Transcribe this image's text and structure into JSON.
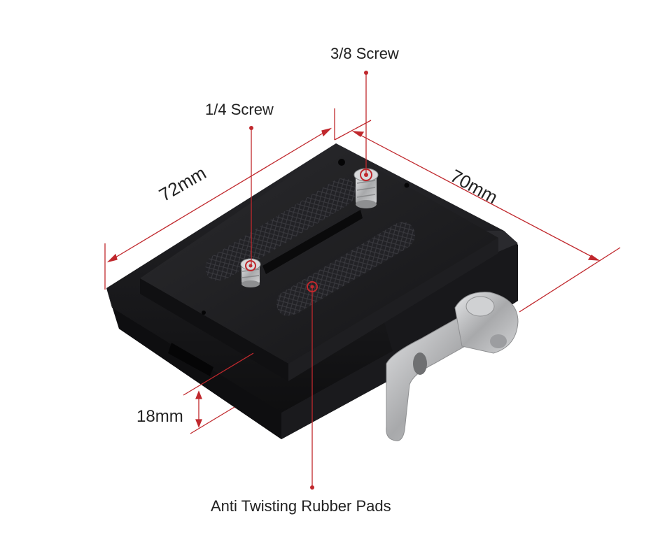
{
  "callouts": {
    "screw_3_8": "3/8 Screw",
    "screw_1_4": "1/4 Screw",
    "rubber_pads": "Anti Twisting Rubber Pads"
  },
  "dimensions": {
    "width": "72mm",
    "depth": "70mm",
    "height": "18mm"
  },
  "colors": {
    "accent": "#c0282d",
    "plate": "#1c1c1e",
    "lever": "#b9babc",
    "text": "#222222"
  }
}
